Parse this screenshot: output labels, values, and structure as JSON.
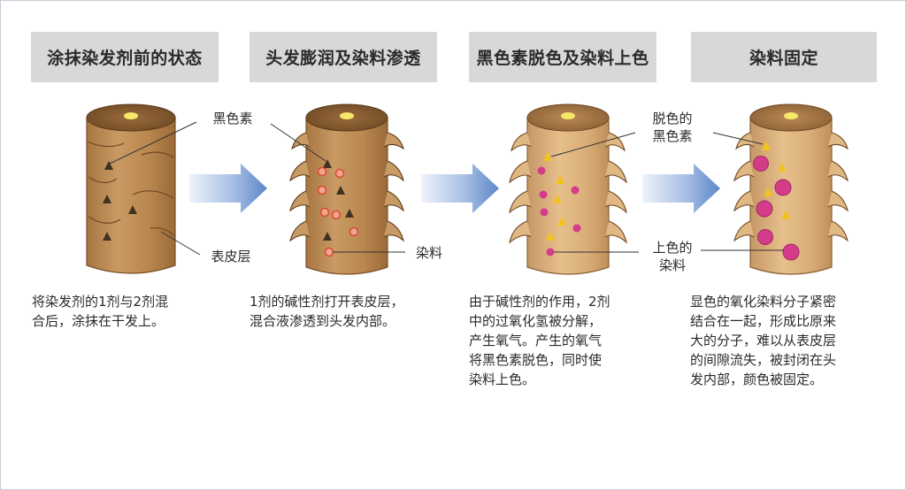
{
  "stages": [
    {
      "title": "涂抹染发剂前的状态",
      "description": "将染发剂的1剂与2剂混\n合后，涂抹在干发上。"
    },
    {
      "title": "头发膨润及染料渗透",
      "description": "1剂的碱性剂打开表皮层，\n混合液渗透到头发内部。"
    },
    {
      "title": "黑色素脱色及染料上色",
      "description": "由于碱性剂的作用，2剂\n中的过氧化氢被分解，\n产生氧气。产生的氧气\n将黑色素脱色，同时使\n染料上色。"
    },
    {
      "title": "染料固定",
      "description": "显色的氧化染料分子紧密\n结合在一起，形成比原来\n大的分子，难以从表皮层\n的间隙流失，被封闭在头\n发内部，颜色被固定。"
    }
  ],
  "labels": {
    "melanin": "黑色素",
    "cuticle": "表皮层",
    "dye": "染料",
    "bleached_melanin": "脱色的\n黑色素",
    "colored_dye": "上色的\n染料"
  },
  "colors": {
    "header_bg": "#d8d8da",
    "hair_brown": "#c49560",
    "hair_light": "#deb57f",
    "arrow_blue": "#6f93cf",
    "melanin": "#4a3a22",
    "dye_red": "#d94a3a",
    "bleached_yellow": "#f2c21e",
    "colored_magenta": "#d43c8a"
  }
}
